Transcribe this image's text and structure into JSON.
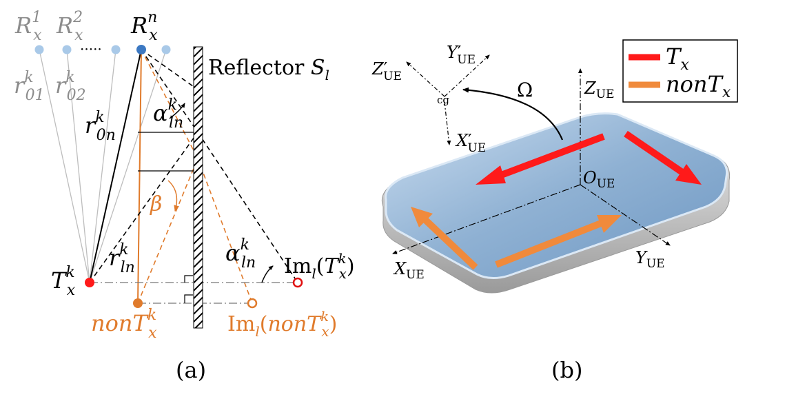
{
  "panel_a": {
    "label": "(a)",
    "receivers": [
      {
        "base": "R",
        "sub": "x",
        "sup": "1"
      },
      {
        "base": "R",
        "sub": "x",
        "sup": "2"
      },
      {
        "base": "R",
        "sub": "x",
        "sup": "n"
      }
    ],
    "dots": "·····",
    "distances": [
      {
        "base": "r",
        "sub": "01",
        "sup": "k"
      },
      {
        "base": "r",
        "sub": "02",
        "sup": "k"
      },
      {
        "base": "r",
        "sub": "0n",
        "sup": "k"
      },
      {
        "base": "r",
        "sub": "ln",
        "sup": "k"
      }
    ],
    "reflector": {
      "text": "Reflector ",
      "sym": "S",
      "sub": "l"
    },
    "angle_alpha": {
      "base": "α",
      "sub": "ln",
      "sup": "k"
    },
    "angle_beta": "β",
    "tx": {
      "base": "T",
      "sub": "x",
      "sup": "k"
    },
    "non_tx": {
      "base": "nonT",
      "sub": "x",
      "sup": "k"
    },
    "image_tx": {
      "pre": "Im",
      "pre_sub": "l",
      "open": "(",
      "base": "T",
      "sub": "x",
      "sup": "k",
      "close": ")"
    },
    "image_non_tx": {
      "pre": "Im",
      "pre_sub": "l",
      "open": "(",
      "base": "nonT",
      "sub": "x",
      "sup": "k",
      "close": ")"
    }
  },
  "panel_b": {
    "label": "(b)",
    "legend": [
      {
        "color": "#ff1a1a",
        "base": "T",
        "sub": "x"
      },
      {
        "color": "#f08a3c",
        "base": "nonT",
        "sub": "x"
      }
    ],
    "axes_local": [
      {
        "base": "Y",
        "sub": "UE",
        "prime": "′"
      },
      {
        "base": "Z",
        "sub": "UE",
        "prime": "′"
      },
      {
        "base": "X",
        "sub": "UE",
        "prime": "′"
      }
    ],
    "cg": "cg",
    "omega": "Ω",
    "axes_global": [
      {
        "base": "Z",
        "sub": "UE"
      },
      {
        "base": "O",
        "sub": "UE"
      },
      {
        "base": "X",
        "sub": "UE"
      },
      {
        "base": "Y",
        "sub": "UE"
      }
    ]
  },
  "colors": {
    "tx": "#ff1a1a",
    "non_tx": "#e07b2c",
    "receiver_light": "#a9c9e8",
    "receiver_active": "#3b78c2",
    "gray_text": "#8c8c8c"
  }
}
